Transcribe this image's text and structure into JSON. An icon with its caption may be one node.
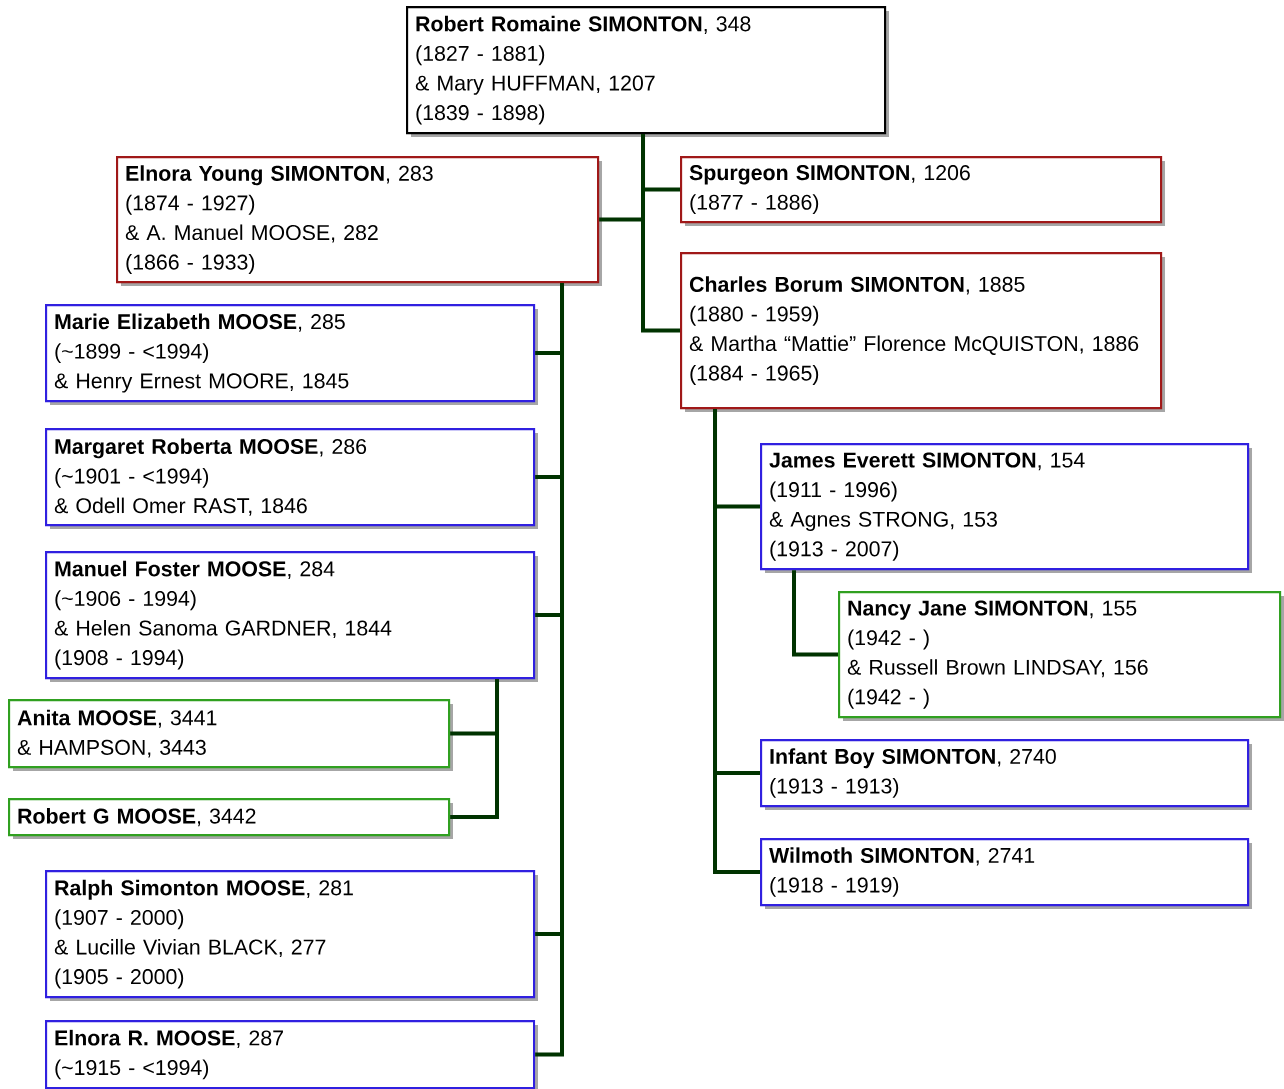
{
  "diagram": {
    "nodes": [
      {
        "text": [
          "**Robert Romaine SIMONTON**, 348",
          "(1827 - 1881)",
          "& Mary HUFFMAN, 1207",
          "(1839 - 1898)"
        ]
      },
      {
        "text": [
          "**Elnora Young SIMONTON**, 283",
          "(1874 - 1927)",
          "& A. Manuel MOOSE, 282",
          "(1866 - 1933)"
        ]
      },
      {
        "text": [
          "**Spurgeon SIMONTON**, 1206",
          "(1877 - 1886)"
        ]
      },
      {
        "text": [
          "**Charles Borum SIMONTON**, 1885",
          "(1880 - 1959)",
          "& Martha “Mattie” Florence McQUISTON, 1886",
          "(1884 - 1965)"
        ]
      },
      {
        "text": [
          "**Marie Elizabeth MOOSE**, 285",
          "(~1899 - <1994)",
          "& Henry Ernest MOORE, 1845"
        ]
      },
      {
        "text": [
          "**Margaret Roberta MOOSE**, 286",
          "(~1901 - <1994)",
          "& Odell Omer RAST, 1846"
        ]
      },
      {
        "text": [
          "**Manuel Foster MOOSE**, 284",
          "(~1906 - 1994)",
          "& Helen Sanoma GARDNER, 1844",
          "(1908 - 1994)"
        ]
      },
      {
        "text": [
          "**Anita MOOSE**, 3441",
          "& HAMPSON, 3443"
        ]
      },
      {
        "text": [
          "**Robert G MOOSE**, 3442"
        ]
      },
      {
        "text": [
          "**Ralph Simonton MOOSE**, 281",
          "(1907 - 2000)",
          "& Lucille Vivian BLACK, 277",
          "(1905 - 2000)"
        ]
      },
      {
        "text": [
          "**Elnora R. MOOSE**, 287",
          "(~1915 - <1994)"
        ]
      },
      {
        "text": [
          "**James Everett SIMONTON**, 154",
          "(1911 - 1996)",
          "& Agnes STRONG, 153",
          "(1913 - 2007)"
        ]
      },
      {
        "text": [
          "**Nancy Jane SIMONTON**, 155",
          "(1942 - )",
          "& Russell Brown LINDSAY, 156",
          "(1942 - )"
        ]
      },
      {
        "text": [
          "**Infant Boy SIMONTON**, 2740",
          "(1913 - 1913)"
        ]
      },
      {
        "text": [
          "**Wilmoth SIMONTON**, 2741",
          "(1918 - 1919)"
        ]
      }
    ],
    "edges": [
      {
        "from": 0,
        "to": 1,
        "arrow": "none"
      },
      {
        "from": 0,
        "to": 2,
        "arrow": "none"
      },
      {
        "from": 0,
        "to": 3,
        "arrow": "none"
      },
      {
        "from": 1,
        "to": 4,
        "arrow": "none"
      },
      {
        "from": 1,
        "to": 5,
        "arrow": "none"
      },
      {
        "from": 1,
        "to": 6,
        "arrow": "none"
      },
      {
        "from": 6,
        "to": 7,
        "arrow": "none"
      },
      {
        "from": 6,
        "to": 8,
        "arrow": "none"
      },
      {
        "from": 1,
        "to": 9,
        "arrow": "none"
      },
      {
        "from": 1,
        "to": 10,
        "arrow": "none"
      },
      {
        "from": 3,
        "to": 11,
        "arrow": "none"
      },
      {
        "from": 11,
        "to": 12,
        "arrow": "none"
      },
      {
        "from": 3,
        "to": 13,
        "arrow": "none"
      },
      {
        "from": 3,
        "to": 14,
        "arrow": "none"
      }
    ]
  }
}
